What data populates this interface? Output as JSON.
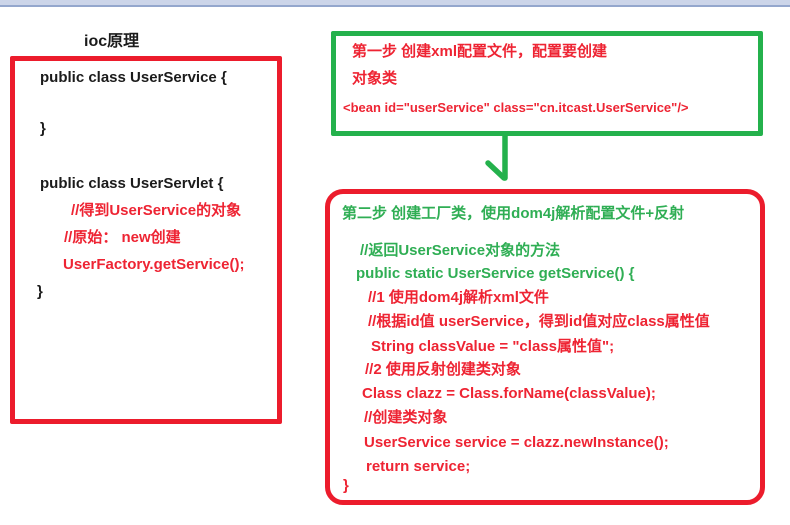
{
  "title": "ioc原理",
  "colors": {
    "red": "#ee2433",
    "green": "#2fae54",
    "black": "#1b1b1b",
    "border_red": "#ec1c2c",
    "border_green": "#24b14c",
    "topbar_bg": "#ccd5e9",
    "topbar_line": "#94a7cd"
  },
  "left_box": {
    "lines": [
      {
        "text": "public class UserService {",
        "color": "black"
      },
      {
        "text": "}",
        "color": "black"
      },
      {
        "text": "public class UserServlet {",
        "color": "black"
      },
      {
        "text": "//得到UserService的对象",
        "color": "red"
      },
      {
        "text": "//原始： new创建",
        "color": "red"
      },
      {
        "text": "UserFactory.getService();",
        "color": "red"
      },
      {
        "text": "}",
        "color": "black"
      }
    ]
  },
  "step1_box": {
    "lines": [
      {
        "text": "第一步 创建xml配置文件，配置要创建",
        "color": "red"
      },
      {
        "text": "对象类",
        "color": "red"
      },
      {
        "text": "<bean id=\"userService\"  class=\"cn.itcast.UserService\"/>",
        "color": "red"
      }
    ]
  },
  "step2_box": {
    "lines": [
      {
        "text": "第二步 创建工厂类，使用dom4j解析配置文件+反射",
        "color": "green"
      },
      {
        "text": "//返回UserService对象的方法",
        "color": "green"
      },
      {
        "text": "public static UserService getService() {",
        "color": "green"
      },
      {
        "text": "//1 使用dom4j解析xml文件",
        "color": "red"
      },
      {
        "text": "//根据id值 userService，得到id值对应class属性值",
        "color": "red"
      },
      {
        "text": "String  classValue = \"class属性值\";",
        "color": "red"
      },
      {
        "text": "//2 使用反射创建类对象",
        "color": "red"
      },
      {
        "text": "Class clazz = Class.forName(classValue);",
        "color": "red"
      },
      {
        "text": "//创建类对象",
        "color": "red"
      },
      {
        "text": "UserService service = clazz.newInstance();",
        "color": "red"
      },
      {
        "text": "return service;",
        "color": "red"
      },
      {
        "text": "}",
        "color": "red"
      }
    ]
  }
}
